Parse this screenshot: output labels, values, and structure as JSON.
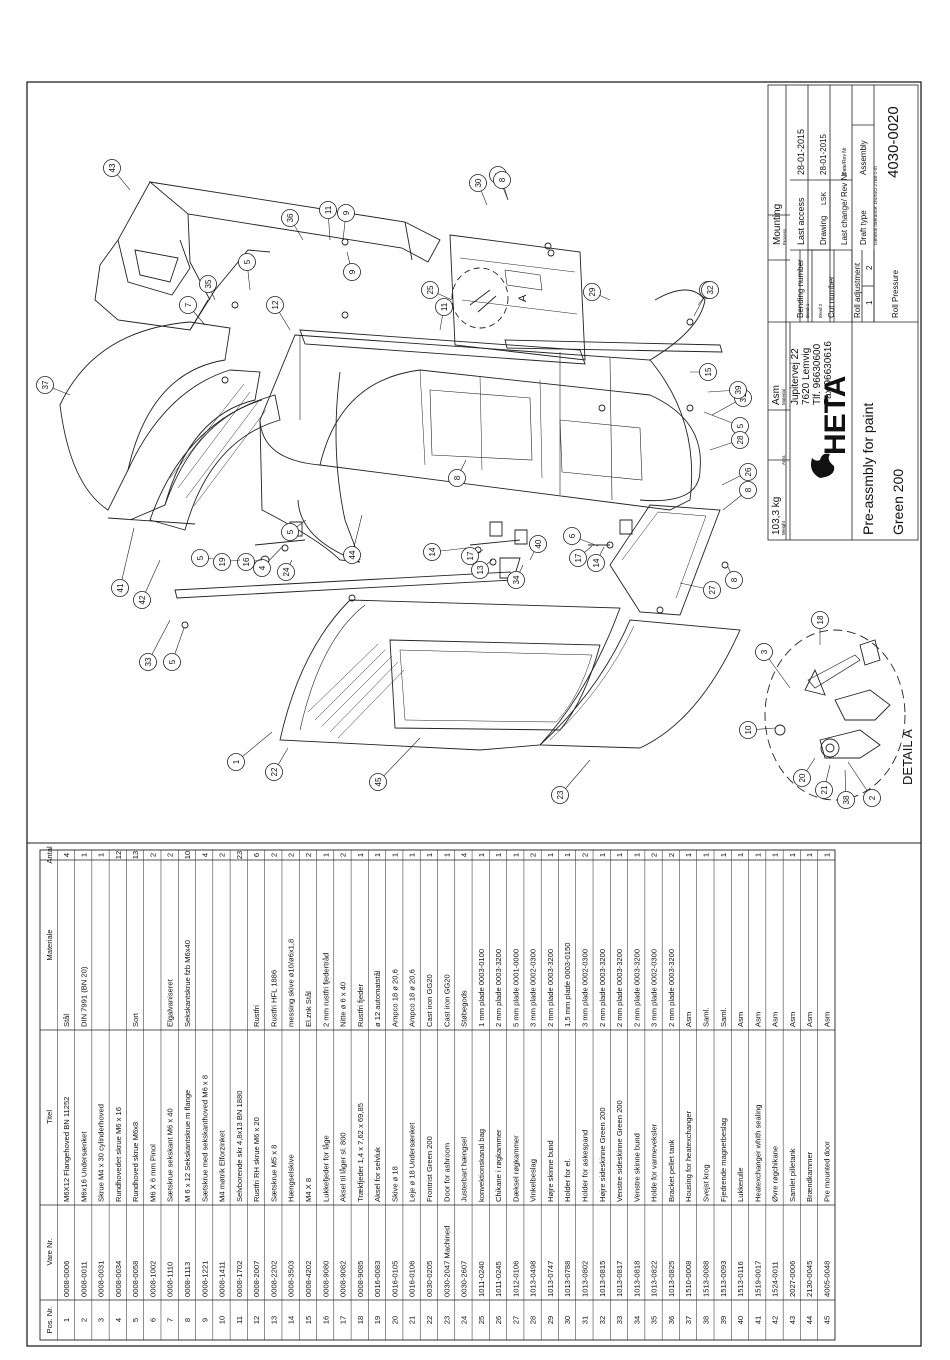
{
  "bom": {
    "headers": [
      "Pos. Nr.",
      "Vare Nr.",
      "Titel",
      "Materiale",
      "Antal"
    ],
    "rows": [
      [
        "1",
        "0008-0006",
        "M6X12 Flangehoved BN 11252",
        "Stål",
        "4"
      ],
      [
        "2",
        "0008-0011",
        "M6x16 Undersænket",
        "DIN 7991 (BN 20)",
        "1"
      ],
      [
        "3",
        "0008-0031",
        "Skrue M4 x 30 cylinderhoved",
        "",
        "1"
      ],
      [
        "4",
        "0008-0034",
        "Rundhovedet skrue M6 x 16",
        "",
        "12"
      ],
      [
        "5",
        "0008-0058",
        "Rundhoved skrue M6x8",
        "Sort",
        "13"
      ],
      [
        "6",
        "0008-1002",
        "M6 X 6 mm Pinol",
        "",
        "2"
      ],
      [
        "7",
        "0008-1110",
        "Sætskrue sekskant M6 x 40",
        "Elgalvaniseret",
        "2"
      ],
      [
        "8",
        "0008-1113",
        "M 6 x 12 Sekskantskrue m flange",
        "Sekskantskrue fzb M6x40",
        "10"
      ],
      [
        "9",
        "0008-1221",
        "Sætskrue med sekskanthoved M6 x 8",
        "",
        "4"
      ],
      [
        "10",
        "0008-1411",
        "M4 møtrik Elforzinket",
        "",
        "2"
      ],
      [
        "11",
        "0008-1702",
        "Selvborende skr 4,8x13 BN 1880",
        "",
        "23"
      ],
      [
        "12",
        "0008-2007",
        "Rustfri RH skrue M6 x 20",
        "Rustfri",
        "6"
      ],
      [
        "13",
        "0008-2202",
        "Sætskrue M5 x 8",
        "Rustfri HFL 1886",
        "2"
      ],
      [
        "14",
        "0008-3503",
        "Hængselskive",
        "messing skive ø10/ø6x1,8",
        "2"
      ],
      [
        "15",
        "0008-4202",
        "M4 X 8",
        "El.znk Stål",
        "2"
      ],
      [
        "16",
        "0008-9080",
        "Lukkefjeder for låge",
        "2 mm rustfri fjedertråd",
        "1"
      ],
      [
        "17",
        "0008-9082",
        "Aksel til låger sl. 800",
        "Nitte ø 6 x 40",
        "2"
      ],
      [
        "18",
        "0008-9085",
        "Trækfjeder 1,4 x 7,62 x 69,85",
        "Rustfri fjeder",
        "1"
      ],
      [
        "19",
        "0016-0083",
        "Aksel for selvluk",
        "ø 12 automatstål",
        "1"
      ],
      [
        "20",
        "0016-0105",
        "Skive ø 18",
        "Ampco 18 ø 20,6",
        "1"
      ],
      [
        "21",
        "0016-0106",
        "Leje ø 18 Undersænket",
        "Ampco 18 ø 20,6",
        "1"
      ],
      [
        "22",
        "0030-0205",
        "Frontrist Green 200",
        "Cast iron GG20",
        "1"
      ],
      [
        "23",
        "0030-2047 Machined",
        "Door for ashroom",
        "Cast iron GG20",
        "1"
      ],
      [
        "24",
        "0030-2607",
        "Justerbart hængsel",
        "Støbegods",
        "4"
      ],
      [
        "25",
        "1011-0240",
        "konvektionskanal bag",
        "1 mm plade 0003-0100",
        "1"
      ],
      [
        "26",
        "1011-0245",
        "Chikane i røgkammer",
        "2 mm plade 0003-3200",
        "1"
      ],
      [
        "27",
        "1012-0106",
        "Dæksel røgkammer",
        "5 mm plade 0001-0000",
        "1"
      ],
      [
        "28",
        "1013-0498",
        "Vinkelbeslag",
        "3 mm plade 0002-0300",
        "2"
      ],
      [
        "29",
        "1013-0747",
        "Højre skinne bund",
        "2 mm plade 0003-3200",
        "1"
      ],
      [
        "30",
        "1013-0788",
        "Holder for el.",
        "1,5 mm plade 0003-0150",
        "1"
      ],
      [
        "31",
        "1013-0802",
        "Holder for askespand",
        "3 mm plade 0002-0300",
        "2"
      ],
      [
        "32",
        "1013-0815",
        "Højre sideskinne Green 200",
        "2 mm plade 0003-3200",
        "1"
      ],
      [
        "33",
        "1013-0817",
        "Venstre sideskinne Green 200",
        "2 mm plade 0003-3200",
        "1"
      ],
      [
        "34",
        "1013-0818",
        "Venstre skinne bund",
        "2 mm plade 0003-3200",
        "1"
      ],
      [
        "35",
        "1013-0822",
        "Holde for varmeveksler",
        "3 mm plade 0002-0300",
        "2"
      ],
      [
        "36",
        "1013-0825",
        "Bracket pellet tank",
        "2 mm plade 0003-3200",
        "2"
      ],
      [
        "37",
        "1510-0008",
        "Housing for heatexchanger",
        "Asm",
        "1"
      ],
      [
        "38",
        "1513-0088",
        "Svejst krog",
        "Saml.",
        "1"
      ],
      [
        "39",
        "1513-0093",
        "Fjedrende magnetbeslag",
        "Saml.",
        "1"
      ],
      [
        "40",
        "1513-0116",
        "Lukkerulle",
        "Asm",
        "1"
      ],
      [
        "41",
        "1519-0017",
        "Heatexchanger whith sealing",
        "Asm",
        "1"
      ],
      [
        "42",
        "1524-0011",
        "Øvre røgchikane",
        "Asm",
        "1"
      ],
      [
        "43",
        "2027-0006",
        "Samlet pilletank",
        "Asm",
        "1"
      ],
      [
        "44",
        "2130-0045",
        "Brændkammer",
        "Asm",
        "1"
      ],
      [
        "45",
        "4005-0048",
        "Pre mounted door",
        "Asm",
        "1"
      ]
    ]
  },
  "balloons": {
    "main": [
      "1",
      "2",
      "3",
      "4",
      "5",
      "5",
      "5",
      "5",
      "5",
      "5",
      "5",
      "6",
      "7",
      "8",
      "8",
      "8",
      "8",
      "9",
      "9",
      "10",
      "11",
      "11",
      "12",
      "13",
      "14",
      "14",
      "15",
      "16",
      "17",
      "17",
      "18",
      "19",
      "20",
      "21",
      "22",
      "23",
      "24",
      "25",
      "26",
      "27",
      "28",
      "29",
      "30",
      "31",
      "32",
      "33",
      "34",
      "35",
      "36",
      "37",
      "38",
      "39",
      "40",
      "41",
      "42",
      "43",
      "44",
      "45"
    ]
  },
  "detail_label": "DETAIL A",
  "detail_callout": "A",
  "title_block": {
    "weight": "103,3 kg",
    "weight_caption": "Weight",
    "area_caption": "Area",
    "material": "Asm",
    "material_caption": "Material",
    "address_line1": "Jupitervej 22",
    "address_line2": "7620 Lemvig",
    "phone": "Tlf. 96630600",
    "fax": "Fax 96630616",
    "title_line1": "Pre-assmbly for paint",
    "title_line2": "Green 200",
    "brand": "HETA",
    "bending_number": "Bending number",
    "bend1": "Bend 1",
    "bend2": "Bend 2",
    "cut_number": "Cut number",
    "roll_adjustment": "Roll adjustment",
    "roll1": "1",
    "roll2": "2",
    "roll_pressure": "Roll Pressure",
    "process": "Mounting",
    "process_caption": "Process",
    "last_access": "Last access",
    "last_access_date": "28-01-2015",
    "drawing": "Drawing",
    "drawing_by": "LSK",
    "drawing_date": "28-01-2015",
    "last_change": "Last change/ Rev Nr",
    "date_rev": "Date/Rev Nr",
    "draft_type": "Draft type",
    "draft_value": "Assembly",
    "tolerance": "General tolerance:  DS/ISO 2768-1-m",
    "drawing_number": "4030-0020"
  }
}
